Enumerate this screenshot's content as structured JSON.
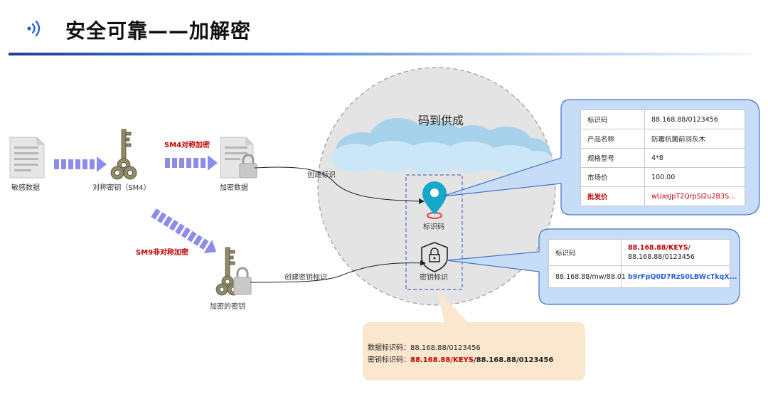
{
  "header": {
    "title": "安全可靠——加解密"
  },
  "flow": {
    "sensitive_data": "敏感数据",
    "sym_key": "对称密钥（SM4）",
    "encrypted_data": "加密数据",
    "encrypted_key": "加密的密钥",
    "sm4_label": "SM4对称加密",
    "sm9_label": "SM9非对称加密",
    "create_id": "创建标识",
    "create_key_id": "创建密钥标识"
  },
  "cloud": {
    "title": "码到供成",
    "id_code_label": "标识码",
    "key_id_label": "密钥标识"
  },
  "product_table": {
    "rows": [
      {
        "key": "标识码",
        "value": "88.168.88/0123456"
      },
      {
        "key": "产品名称",
        "value": "防霉抗菌前羽灰木"
      },
      {
        "key": "规格型号",
        "value": "4*8"
      },
      {
        "key": "市场价",
        "value": "100.00"
      },
      {
        "key": "批发价",
        "value": "wUasJpT2QrpSI2u2B3S..."
      }
    ]
  },
  "key_table": {
    "r1_key": "标识码",
    "r1_value_red": "88.168.88/KEYS",
    "r1_value_sep": "/",
    "r1_value_2": "88.168.88/0123456",
    "r2_key": "88.168.88/mw/88.01",
    "r2_value": "b9rFpQ0D7RzS0LBWcTkqX..."
  },
  "info": {
    "line1_label": "数据标识码：",
    "line1_value": "88.168.88/0123456",
    "line2_label": "密钥标识码：",
    "line2_red": "88.168.88/KEYS",
    "line2_rest": "/88.168.88/0123456"
  },
  "colors": {
    "accent_blue": "#2b61d8",
    "red": "#c00000",
    "callout_fill": "#c6dcf7",
    "callout_border": "#4472c4",
    "arrow_fill": "#8e8ce8",
    "info_fill": "#fbe7cd",
    "cloud_circle": "#e4e4e4"
  }
}
